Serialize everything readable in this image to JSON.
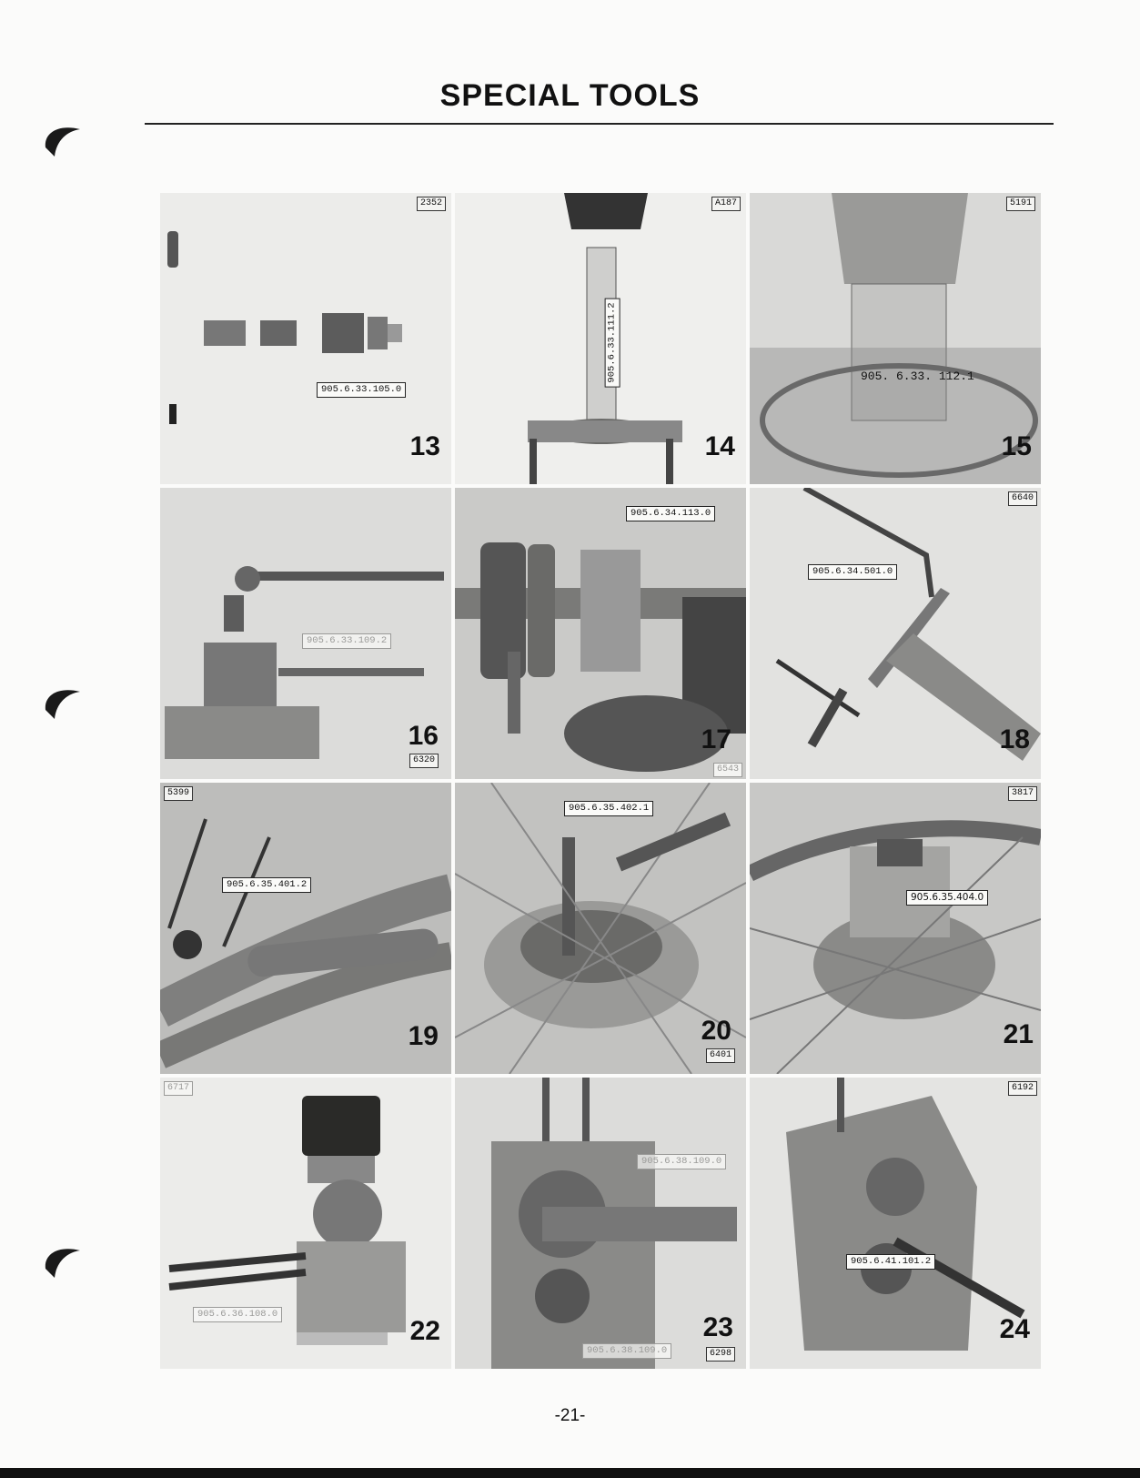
{
  "title": "SPECIAL TOOLS",
  "page_number": "-21-",
  "figures": [
    {
      "id": "13",
      "ref": "2352",
      "tool": "905.6.33.105.0"
    },
    {
      "id": "14",
      "ref": "A187",
      "tool": "905.6.33.111.2"
    },
    {
      "id": "15",
      "ref": "5191",
      "tool": "905. 6.33. 112.1"
    },
    {
      "id": "16",
      "ref": "6320",
      "tool": "905.6.33.109.2"
    },
    {
      "id": "17",
      "ref": "6543",
      "tool": "905.6.34.113.0"
    },
    {
      "id": "18",
      "ref": "6640",
      "tool": "905.6.34.501.0"
    },
    {
      "id": "19",
      "ref": "5399",
      "tool": "905.6.35.401.2"
    },
    {
      "id": "20",
      "ref": "6401",
      "tool": "905.6.35.402.1"
    },
    {
      "id": "21",
      "ref": "3817",
      "tool": "905.6.35.404.0"
    },
    {
      "id": "22",
      "ref": "6717",
      "tool": "905.6.36.108.0"
    },
    {
      "id": "23",
      "ref": "6298",
      "tool": "905.6.38.109.0"
    },
    {
      "id": "24",
      "ref": "6192",
      "tool": "905.6.41.101.2"
    }
  ]
}
